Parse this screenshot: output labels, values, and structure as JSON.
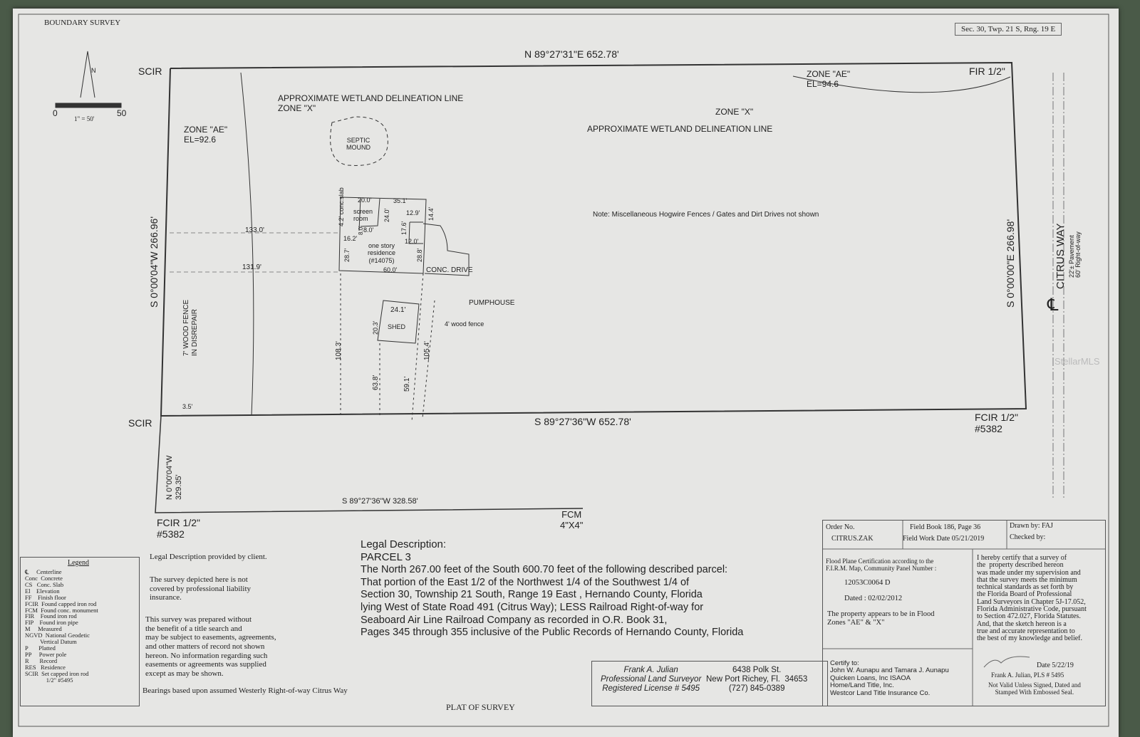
{
  "header": {
    "title": "BOUNDARY SURVEY",
    "section": "Sec. 30, Twp. 21 S, Rng. 19 E"
  },
  "scale": {
    "north": "N",
    "zero": "0",
    "fifty": "50",
    "ratio": "1\" = 50'"
  },
  "plat": {
    "north_bearing": "N 89°27'31\"E  652.78'",
    "south_bearing": "S 89°27'36\"W  652.78'",
    "west_bearing": "S 0°00'04\"W  266.96'",
    "east_bearing": "S 0°00'00\"E  266.98'",
    "lower_west": "N 0°00'04\"W\n329.35'",
    "lower_south": "S 89°27'36\"W  328.58'",
    "scir_nw": "SCIR",
    "scir_sw": "SCIR",
    "fir_ne": "FIR 1/2\"",
    "fcir_se": "FCIR 1/2\"\n#5382",
    "fcir_bottom": "FCIR 1/2\"\n#5382",
    "fcm": "FCM\n4\"X4\"",
    "wetland_left": "APPROXIMATE WETLAND DELINEATION LINE\nZONE \"X\"",
    "wetland_right": "APPROXIMATE WETLAND DELINEATION LINE",
    "zone_x_right": "ZONE \"X\"",
    "zone_ae_left": "ZONE \"AE\"\nEL=92.6",
    "zone_ae_right": "ZONE \"AE\"\nEL=94.6",
    "septic": "SEPTIC\nMOUND",
    "note": "Note: Miscellaneous Hogwire Fences / Gates and Dirt Drives not shown",
    "dim_133": "133.0'",
    "dim_131": "131.9'",
    "dim_3_5": "3.5'",
    "wood_fence_7": "7' WOOD FENCE\nIN DISREPAIR",
    "house": {
      "screen": "screen\nroom",
      "residence": "one story\nresidence\n(#14075)",
      "d20": "20.0'",
      "d35": "35.1'",
      "d14": "14.4'",
      "d12_9": "12.9'",
      "d24": "24.0'",
      "d17": "17.6'",
      "d8": "8.0'",
      "d8v": "8.0'",
      "d16": "16.2'",
      "d12": "12.0'",
      "d28_7": "28.7'",
      "d28_8": "28.8'",
      "d60": "60.0'",
      "slab": "4.2' conc.slab"
    },
    "drive": "CONC. DRIVE",
    "pumphouse": "PUMPHOUSE",
    "shed": "SHED",
    "d24_1": "24.1'",
    "d20_3": "20.3'",
    "wood_fence_4": "4' wood fence",
    "d108": "108.3'",
    "d63": "63.8'",
    "d59": "59.1'",
    "d105": "105.4'",
    "road": "CITRUS WAY",
    "road_sub": "22'± Pavement\n60' Right-of-way",
    "cl": "℄"
  },
  "legend": {
    "title": "Legend",
    "items": [
      "℄     Centerline",
      "Conc  Concrete",
      "CS   Conc. Slab",
      "El    Elevation",
      "FF    Finish floor",
      "FCIR  Found capped iron rod",
      "FCM  Found conc. monument",
      "FIR    Found iron rod",
      "FIP    Found iron pipe",
      "M     Measured",
      "NGVD  National Geodetic\n          Vertical Datum",
      "P       Platted",
      "PP     Power pole",
      "R       Record",
      "RES   Residence",
      "SCIR  Set capped iron rod\n              1/2\" #5495"
    ]
  },
  "notes": {
    "provided": "Legal Description provided by client.",
    "liability": "The survey depicted here is not\ncovered by professional liability\ninsurance.",
    "title_search": "This survey was prepared without\nthe benefit of a title search and\nmay be subject to easements, agreements,\nand other matters of record not shown\nhereon. No information regarding such\neasements or agreements was supplied\nexcept as may be shown.",
    "bearings": "Bearings based upon assumed Westerly Right-of-way Citrus Way",
    "plat_label": "PLAT OF SURVEY"
  },
  "legal": {
    "title": "Legal Description:",
    "parcel": "PARCEL 3",
    "text": "The North 267.00 feet of the South 600.70 feet of the following described parcel:\nThat portion of the East 1/2 of the Northwest 1/4 of the Southwest 1/4 of\nSection 30, Township 21 South, Range 19 East , Hernando County, Florida\nlying West of State Road 491 (Citrus Way); LESS Railroad Right-of-way for\nSeaboard Air Line Railroad Company as recorded in O.R. Book 31,\nPages 345 through 355 inclusive of the Public Records of Hernando County, Florida"
  },
  "surveyor": {
    "name": "Frank A. Julian\nProfessional Land Surveyor\nRegistered License # 5495",
    "address": "6438 Polk St.\nNew Port Richey, Fl.  34653\n(727) 845-0389"
  },
  "titleblock": {
    "order_label": "Order No.",
    "order": "CITRUS.ZAK",
    "field_book": "Field Book 186, Page 36",
    "field_date": "Field Work Date 05/21/2019",
    "drawn": "Drawn by:  FAJ",
    "checked": "Checked by:",
    "flood": "Flood Plane Certification according to the\nF.I.R.M. Map, Community Panel Number :",
    "panel": "12053C0064 D",
    "dated": "Dated : 02/02/2012",
    "zones": "The property appears to be in Flood\nZones \"AE\" & \"X\"",
    "certify": "I hereby certify that a survey of\nthe  property described hereon\nwas made under my supervision and\nthat the survey meets the minimum\ntechnical standards as set forth by\nthe Florida Board of Professional\nLand Surveyors in Chapter 5J-17.052,\nFlorida Administrative Code, pursuant\nto Section 472.027, Florida Statutes.\nAnd, that the sketch hereon is a\ntrue and accurate representation to\nthe best of my knowledge and belief.",
    "certify_to": "Certify to:\nJohn W. Aunapu and Tamara J. Aunapu\nQuicken Loans, Inc ISAOA\nHome/Land Title, Inc.\nWestcor Land Title Insurance Co.",
    "signer": "Frank A. Julian, PLS # 5495",
    "date": "Date 5/22/19",
    "valid": "Not Valid Unless Signed, Dated and\nStamped With Embossed Seal."
  },
  "watermark": "StellarMLS"
}
